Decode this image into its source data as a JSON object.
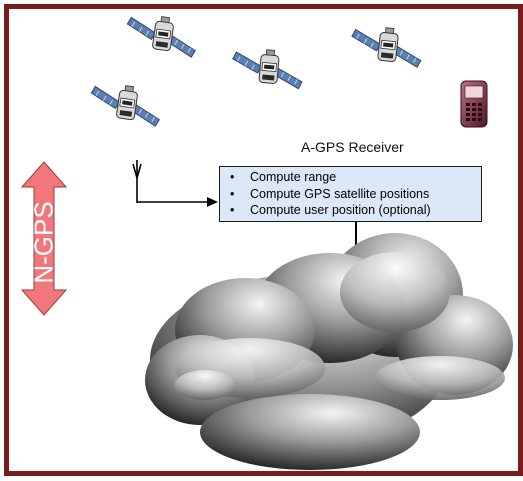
{
  "receiver": {
    "label": "A-GPS Receiver"
  },
  "tasks": [
    "Compute range",
    "Compute GPS satellite positions",
    "Compute user position (optional)"
  ],
  "ngps": {
    "label": "N-GPS"
  },
  "colors": {
    "frame": "#7a1c1c",
    "arrow": "#f2777a",
    "box": "#dce8f7",
    "phone": "#7a2c3c"
  },
  "icons": [
    "satellite-icon",
    "phone-icon",
    "antenna-icon",
    "cloud-icon",
    "double-arrow-icon"
  ]
}
